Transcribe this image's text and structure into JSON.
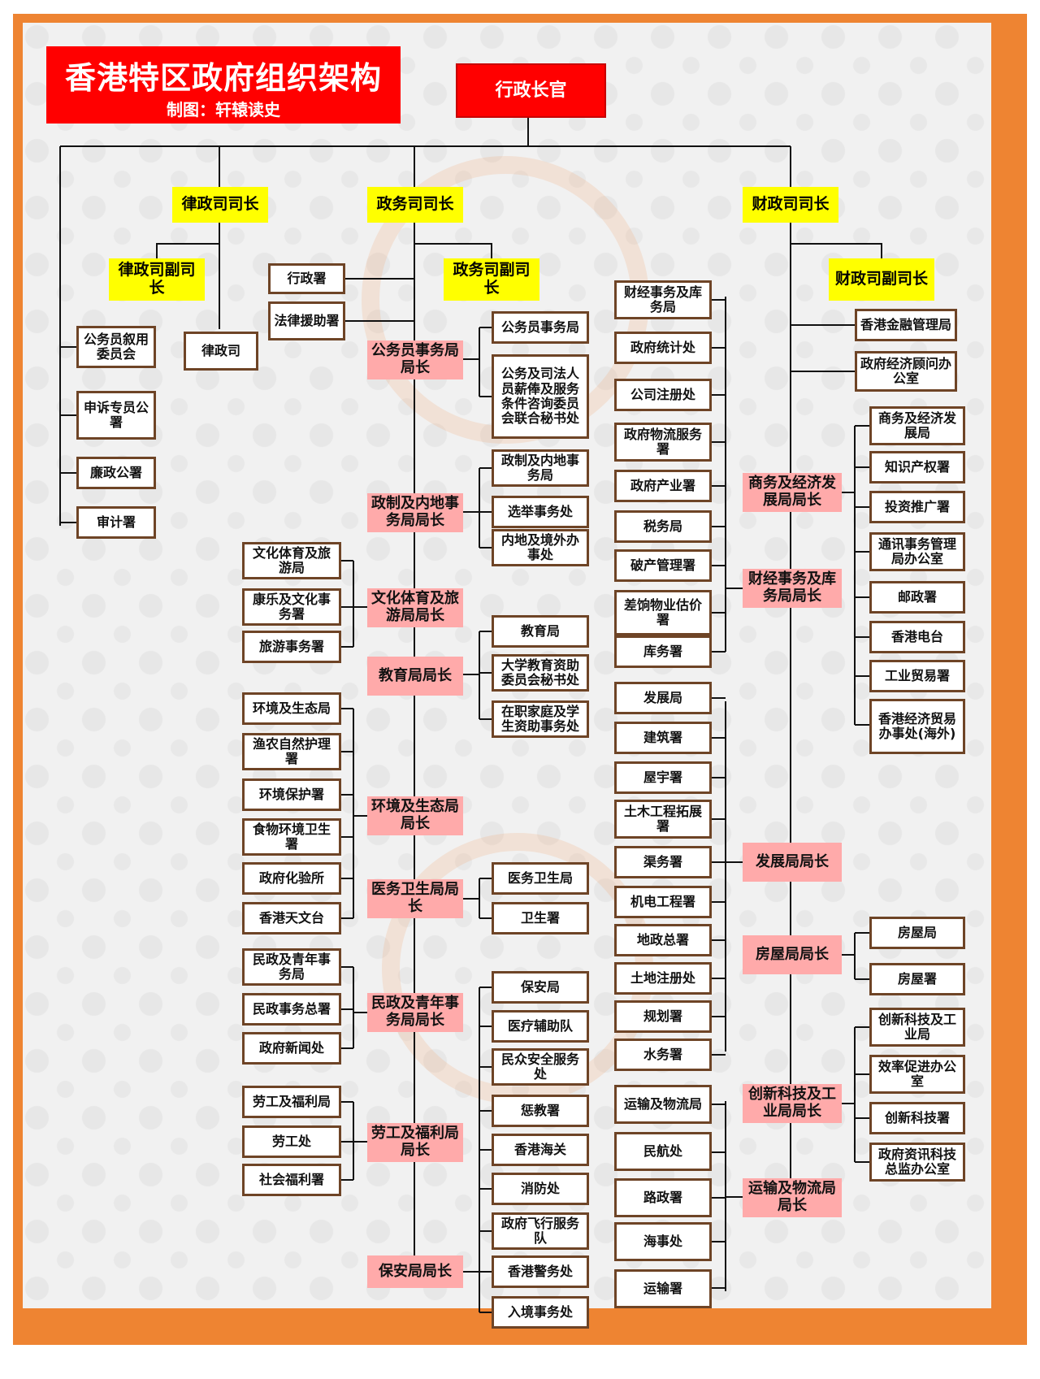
{
  "title": "香港特区政府组织架构",
  "author": "制图：轩辕读史",
  "nodes": {
    "chief": "行政长官",
    "sj": "律政司司长",
    "cs": "政务司司长",
    "fs": "财政司司长",
    "dsj": "律政司副司长",
    "dcs": "政务司副司长",
    "dfs": "财政司副司长",
    "pscc": "公务员叙用委员会",
    "ombud": "申诉专员公署",
    "icac": "廉政公署",
    "audit": "审计署",
    "doj": "律政司",
    "admin": "行政署",
    "legalaid": "法律援助署",
    "csb": "公务员事务局局长",
    "csb1": "公务员事务局",
    "csb2": "公务及司法人员薪俸及服务条件咨询委员会联合秘书处",
    "cmab": "政制及内地事务局局长",
    "cmab1": "政制及内地事务局",
    "cmab2": "选举事务处",
    "cmab3": "内地及境外办事处",
    "cstb": "文化体育及旅游局局长",
    "cstb1": "文化体育及旅游局",
    "cstb2": "康乐及文化事务署",
    "cstb3": "旅游事务署",
    "edb": "教育局局长",
    "edb1": "教育局",
    "edb2": "大学教育资助委员会秘书处",
    "edb3": "在职家庭及学生资助事务处",
    "eeb": "环境及生态局局长",
    "eeb1": "环境及生态局",
    "eeb2": "渔农自然护理署",
    "eeb3": "环境保护署",
    "eeb4": "食物环境卫生署",
    "eeb5": "政府化验所",
    "eeb6": "香港天文台",
    "hhb": "医务卫生局局长",
    "hhb1": "医务卫生局",
    "hhb2": "卫生署",
    "hyab": "民政及青年事务局局长",
    "hyab1": "民政及青年事务局",
    "hyab2": "民政事务总署",
    "hyab3": "政府新闻处",
    "lwb": "劳工及福利局局长",
    "lwb1": "劳工及福利局",
    "lwb2": "劳工处",
    "lwb3": "社会福利署",
    "sb": "保安局局长",
    "sb1": "保安局",
    "sb2": "医疗辅助队",
    "sb3": "民众安全服务处",
    "sb4": "惩教署",
    "sb5": "香港海关",
    "sb6": "消防处",
    "sb7": "政府飞行服务队",
    "sb8": "香港警务处",
    "sb9": "入境事务处",
    "fstb1": "财经事务及库务局",
    "fstb2": "政府统计处",
    "fstb3": "公司注册处",
    "fstb4": "政府物流服务署",
    "fstb5": "政府产业署",
    "fstb6": "税务局",
    "fstb7": "破产管理署",
    "fstb8": "差饷物业估价署",
    "fstb9": "库务署",
    "devb1": "发展局",
    "devb2": "建筑署",
    "devb3": "屋宇署",
    "devb4": "土木工程拓展署",
    "devb5": "渠务署",
    "devb6": "机电工程署",
    "devb7": "地政总署",
    "devb8": "土地注册处",
    "devb9": "规划署",
    "devb10": "水务署",
    "tlb1": "运输及物流局",
    "tlb2": "民航处",
    "tlb3": "路政署",
    "tlb4": "海事处",
    "tlb5": "运输署",
    "hkma": "香港金融管理局",
    "eao": "政府经济顾问办公室",
    "cedb": "商务及经济发展局局长",
    "fstb": "财经事务及库务局局长",
    "devb": "发展局局长",
    "hb": "房屋局局长",
    "itib": "创新科技及工业局局长",
    "tlb": "运输及物流局局长",
    "cedb1": "商务及经济发展局",
    "cedb2": "知识产权署",
    "cedb3": "投资推广署",
    "cedb4": "通讯事务管理局办公室",
    "cedb5": "邮政署",
    "cedb6": "香港电台",
    "cedb7": "工业贸易署",
    "cedb8": "香港经济贸易办事处(海外)",
    "hb1": "房屋局",
    "hb2": "房屋署",
    "itib1": "创新科技及工业局",
    "itib2": "效率促进办公室",
    "itib3": "创新科技署",
    "itib4": "政府资讯科技总监办公室"
  },
  "colors": {
    "frame": "#ee8432",
    "top": "#ff0000",
    "secretary": "#ffff00",
    "bureau": "#ffaaaa",
    "box_border": "#6e4426",
    "line": "#111111"
  }
}
